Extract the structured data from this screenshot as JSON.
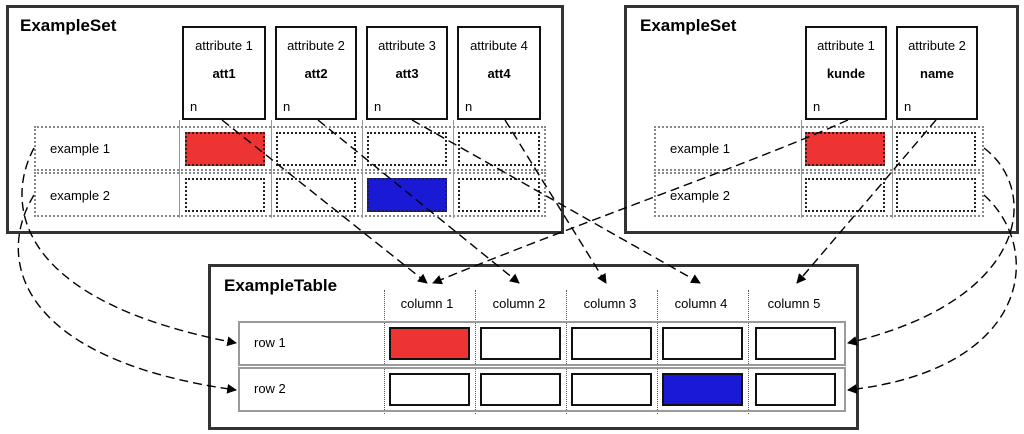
{
  "left_set": {
    "title": "ExampleSet",
    "attributes": [
      {
        "label": "attribute 1",
        "name": "att1",
        "type": "n"
      },
      {
        "label": "attribute 2",
        "name": "att2",
        "type": "n"
      },
      {
        "label": "attribute 3",
        "name": "att3",
        "type": "n"
      },
      {
        "label": "attribute 4",
        "name": "att4",
        "type": "n"
      }
    ],
    "examples": [
      "example 1",
      "example 2"
    ]
  },
  "right_set": {
    "title": "ExampleSet",
    "attributes": [
      {
        "label": "attribute 1",
        "name": "kunde",
        "type": "n"
      },
      {
        "label": "attribute 2",
        "name": "name",
        "type": "n"
      }
    ],
    "examples": [
      "example 1",
      "example 2"
    ]
  },
  "table": {
    "title": "ExampleTable",
    "columns": [
      "column 1",
      "column 2",
      "column 3",
      "column 4",
      "column 5"
    ],
    "rows": [
      "row 1",
      "row 2"
    ]
  },
  "colors": {
    "red": "#ee3333",
    "blue": "#1a1ad6",
    "border": "#333333"
  }
}
